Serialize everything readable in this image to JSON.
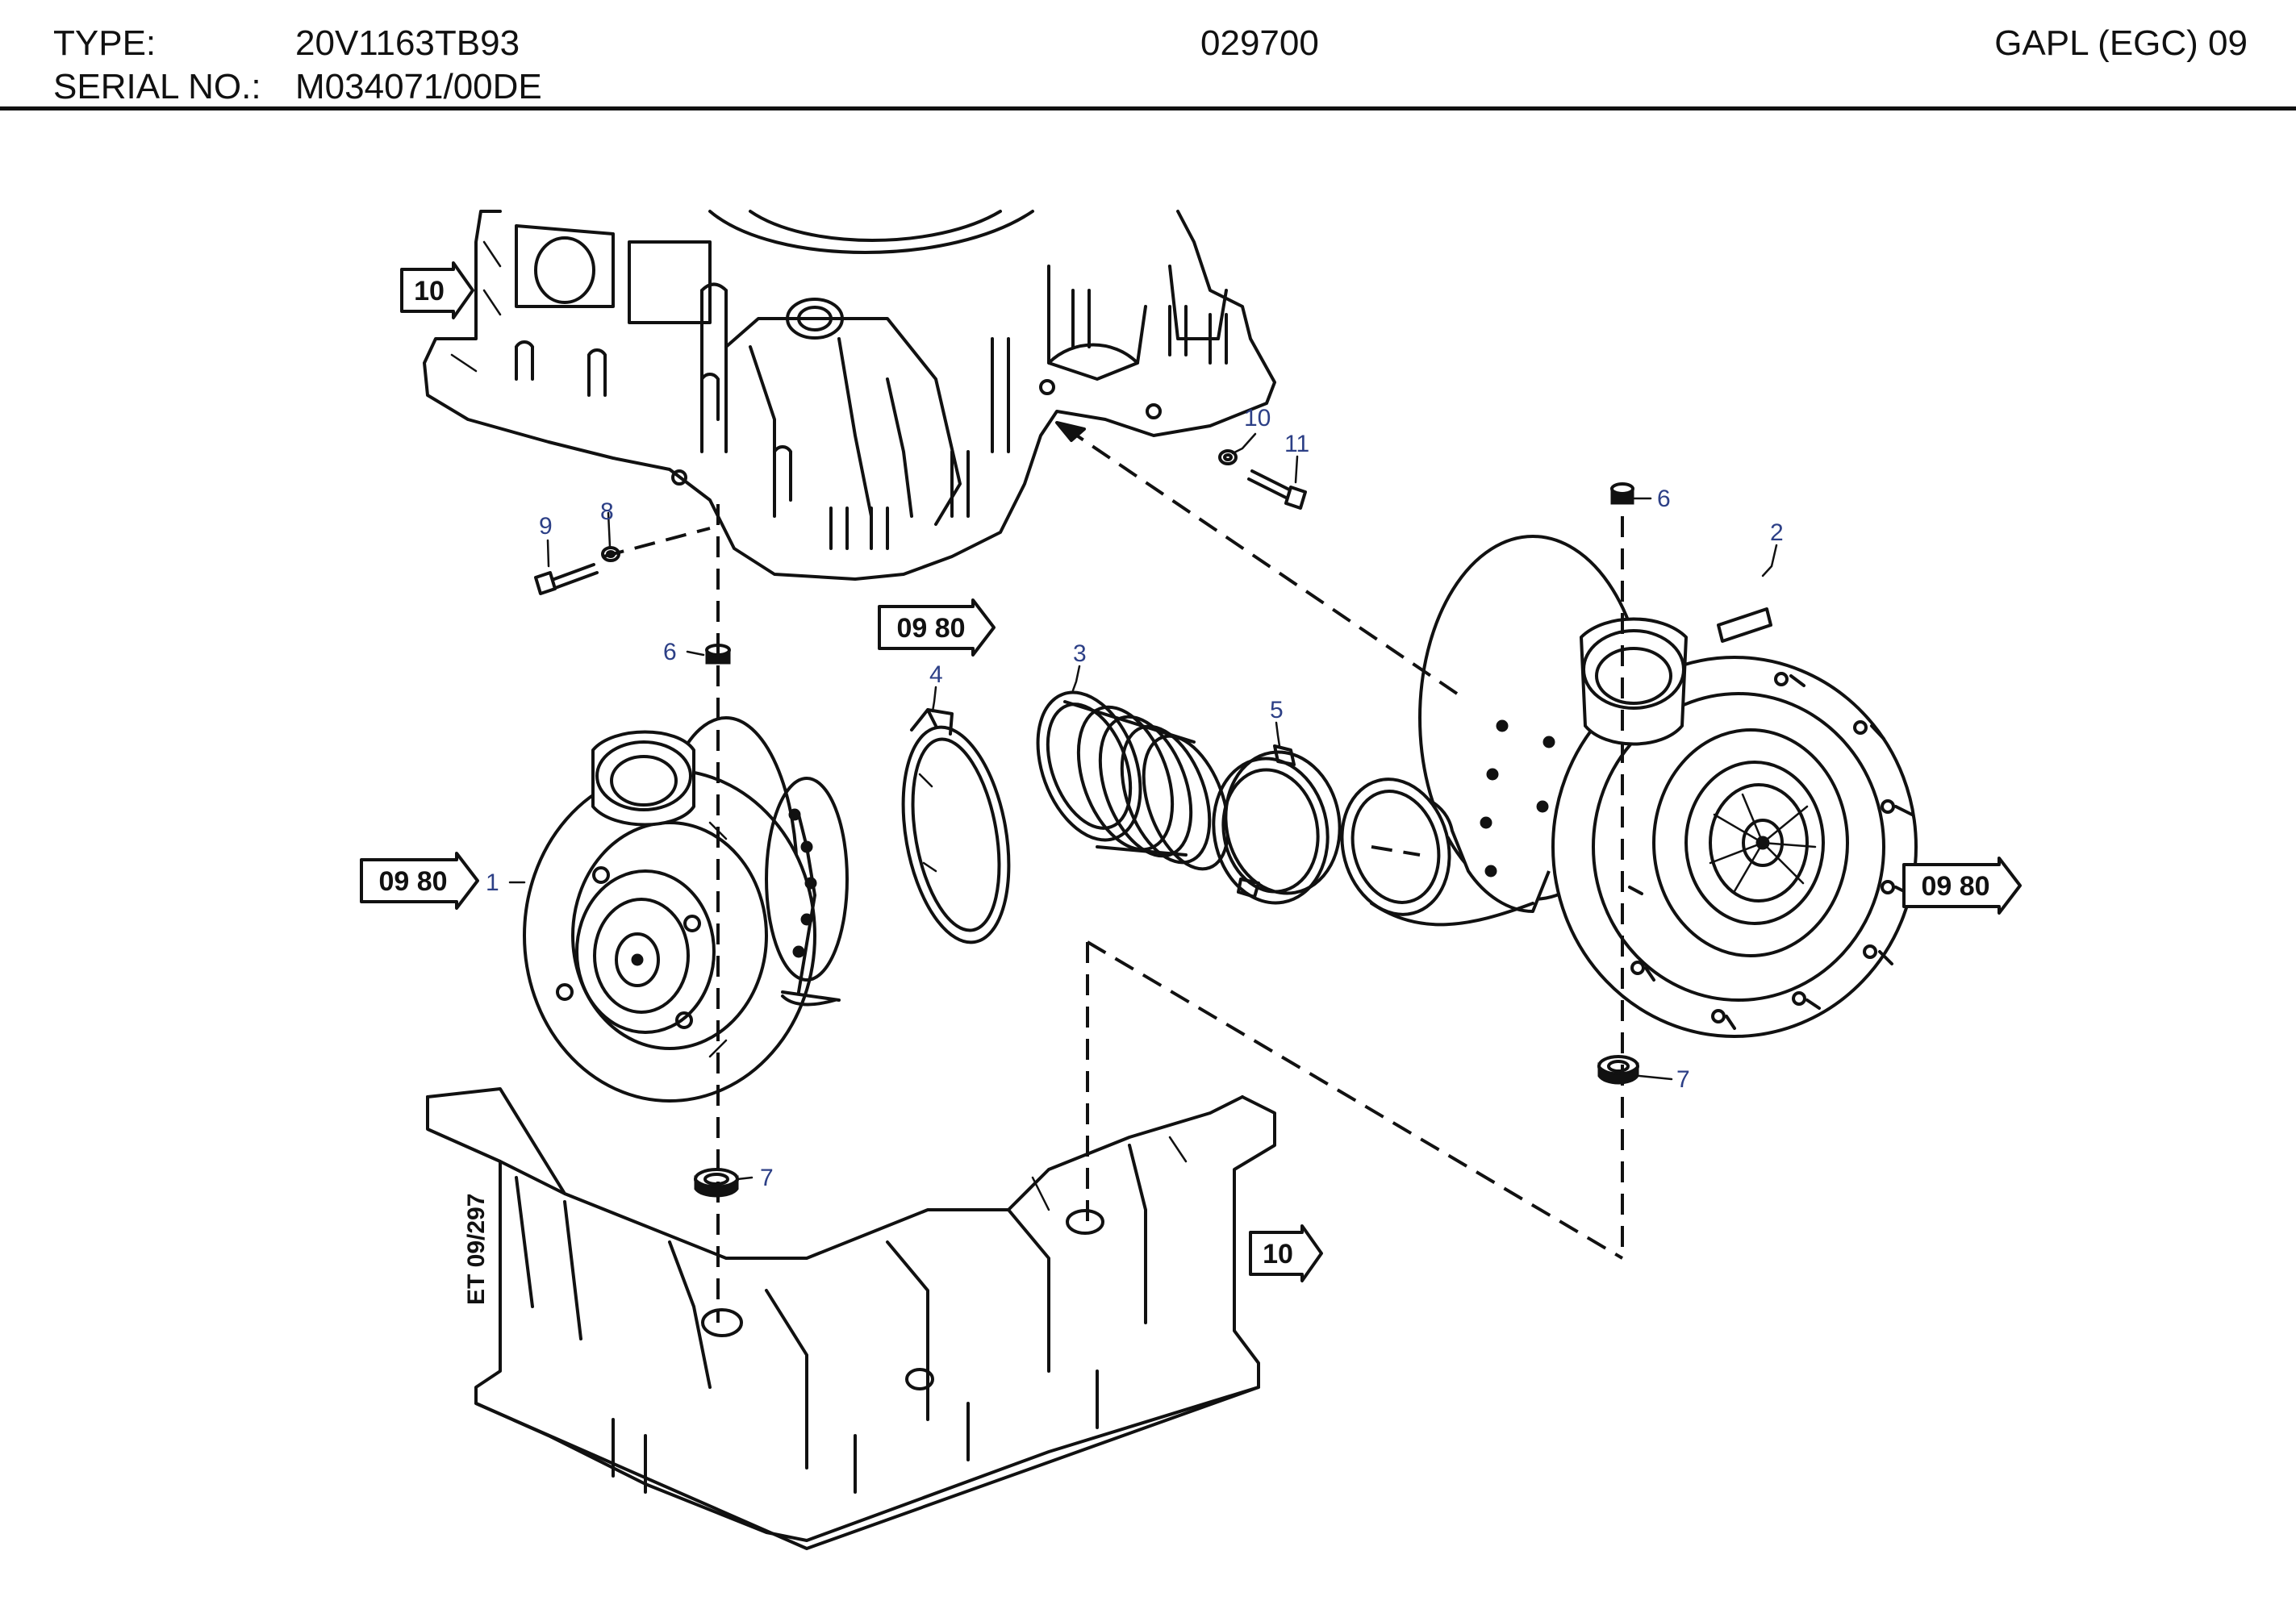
{
  "header": {
    "type_label": "TYPE:",
    "type_value": "20V1163TB93",
    "serial_label": "SERIAL NO.:",
    "serial_value": "M034071/00DE",
    "doc_number": "029700",
    "group": "GAPL (EGC) 09"
  },
  "drawing": {
    "vertical_ref": "ET 09/297",
    "refs": {
      "top_left": "10",
      "middle": "09 80",
      "left": "09 80",
      "right": "09 80",
      "bottom_right": "10"
    },
    "callouts": {
      "c1": "1",
      "c2": "2",
      "c3": "3",
      "c4": "4",
      "c5": "5",
      "c6a": "6",
      "c6b": "6",
      "c7a": "7",
      "c7b": "7",
      "c8": "8",
      "c9": "9",
      "c10": "10",
      "c11": "11"
    }
  }
}
